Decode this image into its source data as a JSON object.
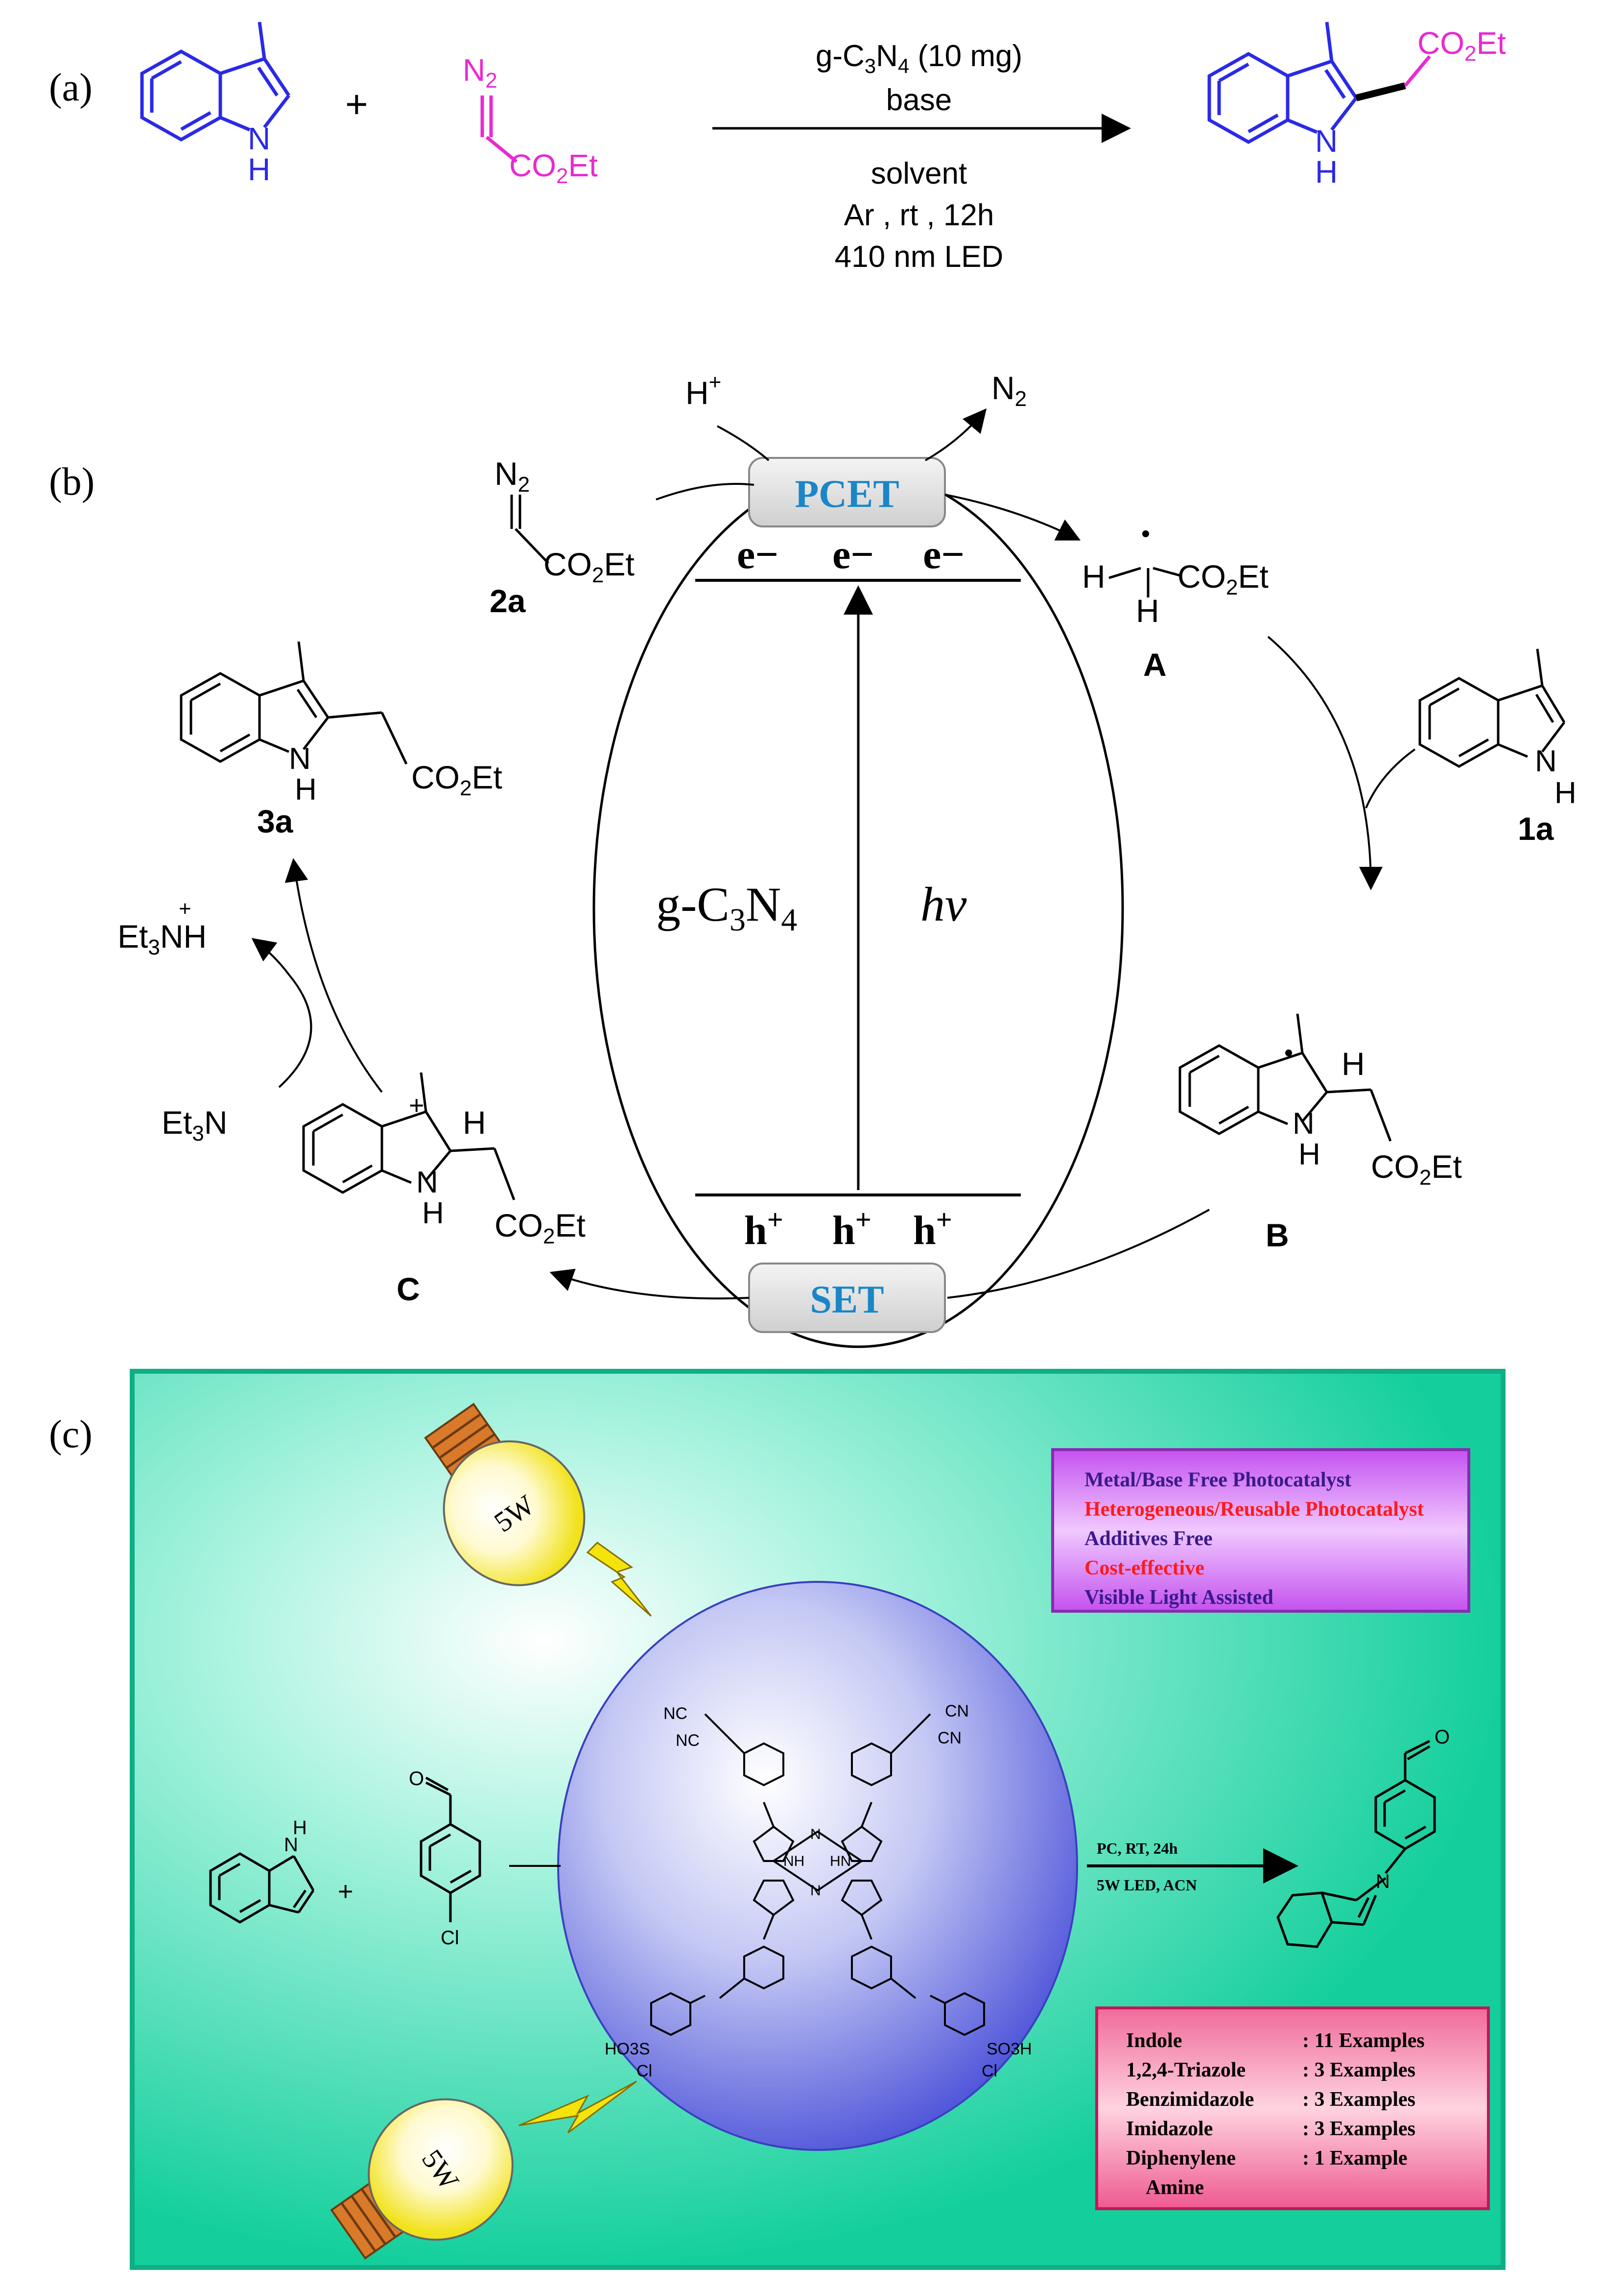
{
  "panel_labels": {
    "a": "(a)",
    "b": "(b)",
    "c": "(c)"
  },
  "colors": {
    "indole": "#2a2ae8",
    "diazo": "#e82ad2",
    "blue_text": "#1a86c8",
    "red_text": "#ff1a1a",
    "purple_text": "#3a1a8a",
    "teal_bg": "#19d6a4",
    "pink_box": "#e0307a",
    "violet_box": "#c14ae8"
  },
  "panel_a": {
    "plus": "+",
    "N2": "N2",
    "co2et": "CO2Et",
    "NH": "N",
    "H": "H",
    "conditions_above": [
      "g-C3N4 (10 mg)",
      "base"
    ],
    "conditions_below": [
      "solvent",
      "Ar , rt , 12h",
      "410 nm LED"
    ]
  },
  "panel_b": {
    "pcet": "PCET",
    "set": "SET",
    "electrons": [
      "e−",
      "e−",
      "e−"
    ],
    "holes": [
      "h+",
      "h+",
      "h+"
    ],
    "catalyst": "g-C3N4",
    "hv": "hv",
    "H_plus": "H+",
    "N2": "N2",
    "labels": {
      "2a": "2a",
      "A": "A",
      "1a": "1a",
      "B": "B",
      "C": "C",
      "3a": "3a"
    },
    "et3nh": "Et3NH",
    "et3n": "Et3N",
    "co2et": "CO2Et",
    "H": "H",
    "N": "N"
  },
  "panel_c": {
    "bulb_label": "5W",
    "features": [
      {
        "text": "Metal/Base Free Photocatalyst",
        "color": "#3a1a8a"
      },
      {
        "text": "Heterogeneous/Reusable Photocatalyst",
        "color": "#ff1a1a"
      },
      {
        "text": "Additives Free",
        "color": "#3a1a8a"
      },
      {
        "text": "Cost-effective",
        "color": "#ff1a1a"
      },
      {
        "text": "Visible Light Assisted",
        "color": "#3a1a8a"
      }
    ],
    "conditions_top": "PC, RT, 24h",
    "conditions_bottom": "5W LED, ACN",
    "scope": [
      {
        "name": "Indole",
        "count": ": 11 Examples"
      },
      {
        "name": "1,2,4-Triazole",
        "count": ":  3  Examples"
      },
      {
        "name": "Benzimidazole",
        "count": ":  3 Examples"
      },
      {
        "name": "Imidazole",
        "count": ":  3 Examples"
      },
      {
        "name": "Diphenylene",
        "count": ":  1  Example"
      },
      {
        "name": "Amine",
        "count": ""
      }
    ],
    "porphyrin_labels": {
      "NC1": "NC",
      "NC2": "NC",
      "CN1": "CN",
      "CN2": "CN",
      "N": "N",
      "NH": "NH",
      "HN": "HN",
      "HO3S": "HO3S",
      "SO3H": "SO3H",
      "Cl": "Cl",
      "Nplus": "N"
    },
    "Cl_sub": "Cl",
    "plus": "+",
    "H": "H",
    "N": "N"
  }
}
